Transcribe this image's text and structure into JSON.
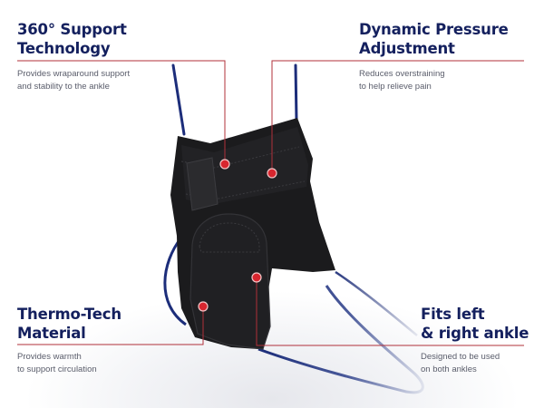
{
  "colors": {
    "title": "#14205e",
    "body_text": "#5a5d6b",
    "callout_line": "#b0303a",
    "callout_dot": "#d8262f",
    "strap_blue": "#1c2d7a",
    "brace_black": "#1b1b1d"
  },
  "product": {
    "name": "ankle-brace",
    "image_icon": "ankle-brace-illustration"
  },
  "features": [
    {
      "id": "support",
      "title_line1": "360° Support",
      "title_line2": "Technology",
      "desc_line1": "Provides wraparound support",
      "desc_line2": "and stability to the ankle"
    },
    {
      "id": "pressure",
      "title_line1": "Dynamic Pressure",
      "title_line2": "Adjustment",
      "desc_line1": "Reduces overstraining",
      "desc_line2": "to help relieve pain"
    },
    {
      "id": "thermo",
      "title_line1": "Thermo-Tech",
      "title_line2": "Material",
      "desc_line1": "Provides warmth",
      "desc_line2": "to support circulation"
    },
    {
      "id": "fits",
      "title_line1": "Fits left",
      "title_line2": "& right ankle",
      "desc_line1": "Designed to be used",
      "desc_line2": "on both ankles"
    }
  ]
}
